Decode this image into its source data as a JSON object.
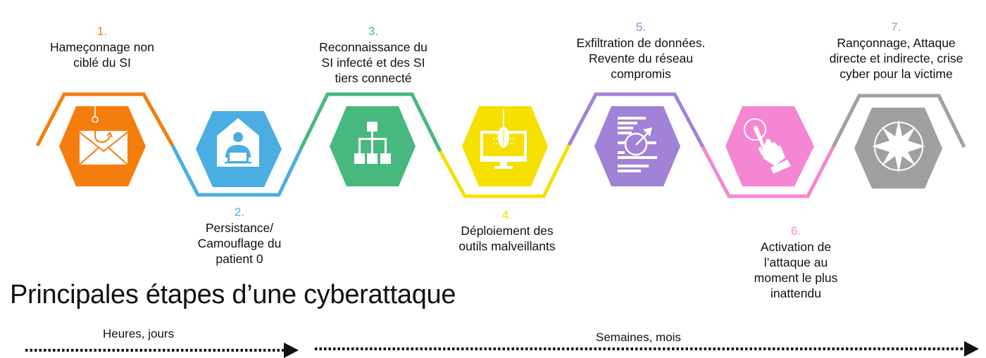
{
  "title": "Principales étapes d’une cyberattaque",
  "colors": {
    "step1": "#F47D0E",
    "step2": "#4AAEE3",
    "step3": "#47B97E",
    "step4": "#F6E000",
    "step5": "#A282D6",
    "step6": "#F586D3",
    "step7": "#A0A0A0"
  },
  "steps": [
    {
      "num": "1.",
      "line1": "Hameçonnage non",
      "line2": "ciblé du SI",
      "line3": "",
      "line4": "",
      "icon": "phishing-envelope-icon",
      "color": "#F47D0E"
    },
    {
      "num": "2.",
      "line1": "Persistance/",
      "line2": "Camouflage du",
      "line3": "patient 0",
      "line4": "",
      "icon": "user-at-home-computer-icon",
      "color": "#4AAEE3"
    },
    {
      "num": "3.",
      "line1": "Reconnaissance du",
      "line2": "SI infecté et des SI",
      "line3": "tiers connecté",
      "line4": "",
      "icon": "network-hierarchy-icon",
      "color": "#47B97E"
    },
    {
      "num": "4.",
      "line1": "Déploiement des",
      "line2": "outils malveillants",
      "line3": "",
      "line4": "",
      "icon": "bug-on-monitor-icon",
      "color": "#F6E000"
    },
    {
      "num": "5.",
      "line1": "Exfiltration de données.",
      "line2": "Revente du réseau",
      "line3": "compromis",
      "line4": "",
      "icon": "data-exfiltration-icon",
      "color": "#A282D6"
    },
    {
      "num": "6.",
      "line1": "Activation de",
      "line2": "l’attaque au",
      "line3": "moment le plus",
      "line4": "inattendu",
      "icon": "hand-pressing-button-icon",
      "color": "#F586D3"
    },
    {
      "num": "7.",
      "line1": "Rançonnage, Attaque",
      "line2": "directe et indirecte, crise",
      "line3": "cyber pour la victime",
      "line4": "",
      "icon": "explosion-burst-icon",
      "color": "#A0A0A0"
    }
  ],
  "timeline": {
    "phase1": "Heures, jours",
    "phase2": "Semaines, mois"
  }
}
